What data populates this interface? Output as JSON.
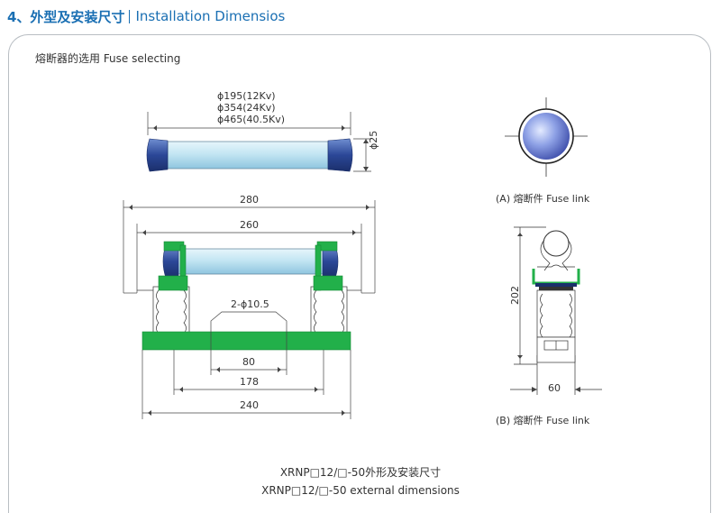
{
  "header": {
    "title_cn": "4、外型及安装尺寸",
    "title_en": "Installation Dimensios"
  },
  "section": {
    "subtitle": "熔断器的选用 Fuse selecting"
  },
  "dims": {
    "d195": "ϕ195(12Kv)",
    "d354": "ϕ354(24Kv)",
    "d465": "ϕ465(40.5Kv)",
    "d25": "ϕ25",
    "d280": "280",
    "d260": "260",
    "holes": "2-ϕ10.5",
    "d80": "80",
    "d178": "178",
    "d240": "240",
    "d202": "202",
    "d60": "60"
  },
  "views": {
    "a_label": "(A) 熔断件 Fuse link",
    "b_label": "(B) 熔断件 Fuse link"
  },
  "captions": {
    "cn": "XRNP□12/□-50外形及安装尺寸",
    "en": "XRNP□12/□-50 external dimensions"
  },
  "colors": {
    "accent": "#1a6fb3",
    "base_green": "#22b04a",
    "tube_blue": "#b9dff0",
    "cap_blue": "#2f4f9f"
  }
}
